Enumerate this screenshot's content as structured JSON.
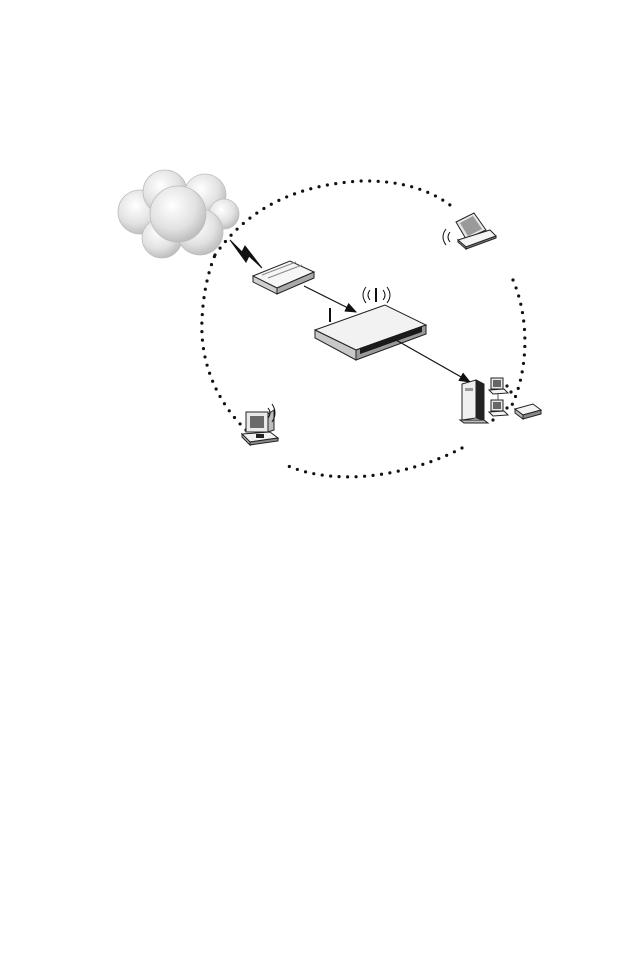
{
  "figure": {
    "caption": "",
    "nodes": [
      {
        "id": "internet",
        "icon": "internet-cloud-icon"
      },
      {
        "id": "modem",
        "icon": "broadband-modem-icon"
      },
      {
        "id": "router",
        "icon": "wireless-router-icon"
      },
      {
        "id": "laptop",
        "icon": "wireless-laptop-icon"
      },
      {
        "id": "desktop",
        "icon": "wireless-desktop-pc-icon"
      },
      {
        "id": "wired-lan",
        "icon": "wired-lan-computers-icon"
      }
    ],
    "links": [
      {
        "from": "internet",
        "to": "modem",
        "style": "lightning"
      },
      {
        "from": "modem",
        "to": "router",
        "style": "arrow"
      },
      {
        "from": "router",
        "to": "wired-lan",
        "style": "arrow"
      }
    ],
    "colors": {
      "ink": "#111111",
      "cloud_fill": "#dcdcdc",
      "device_fill": "#f4f4f4",
      "panel": "#1a1a1a"
    }
  }
}
